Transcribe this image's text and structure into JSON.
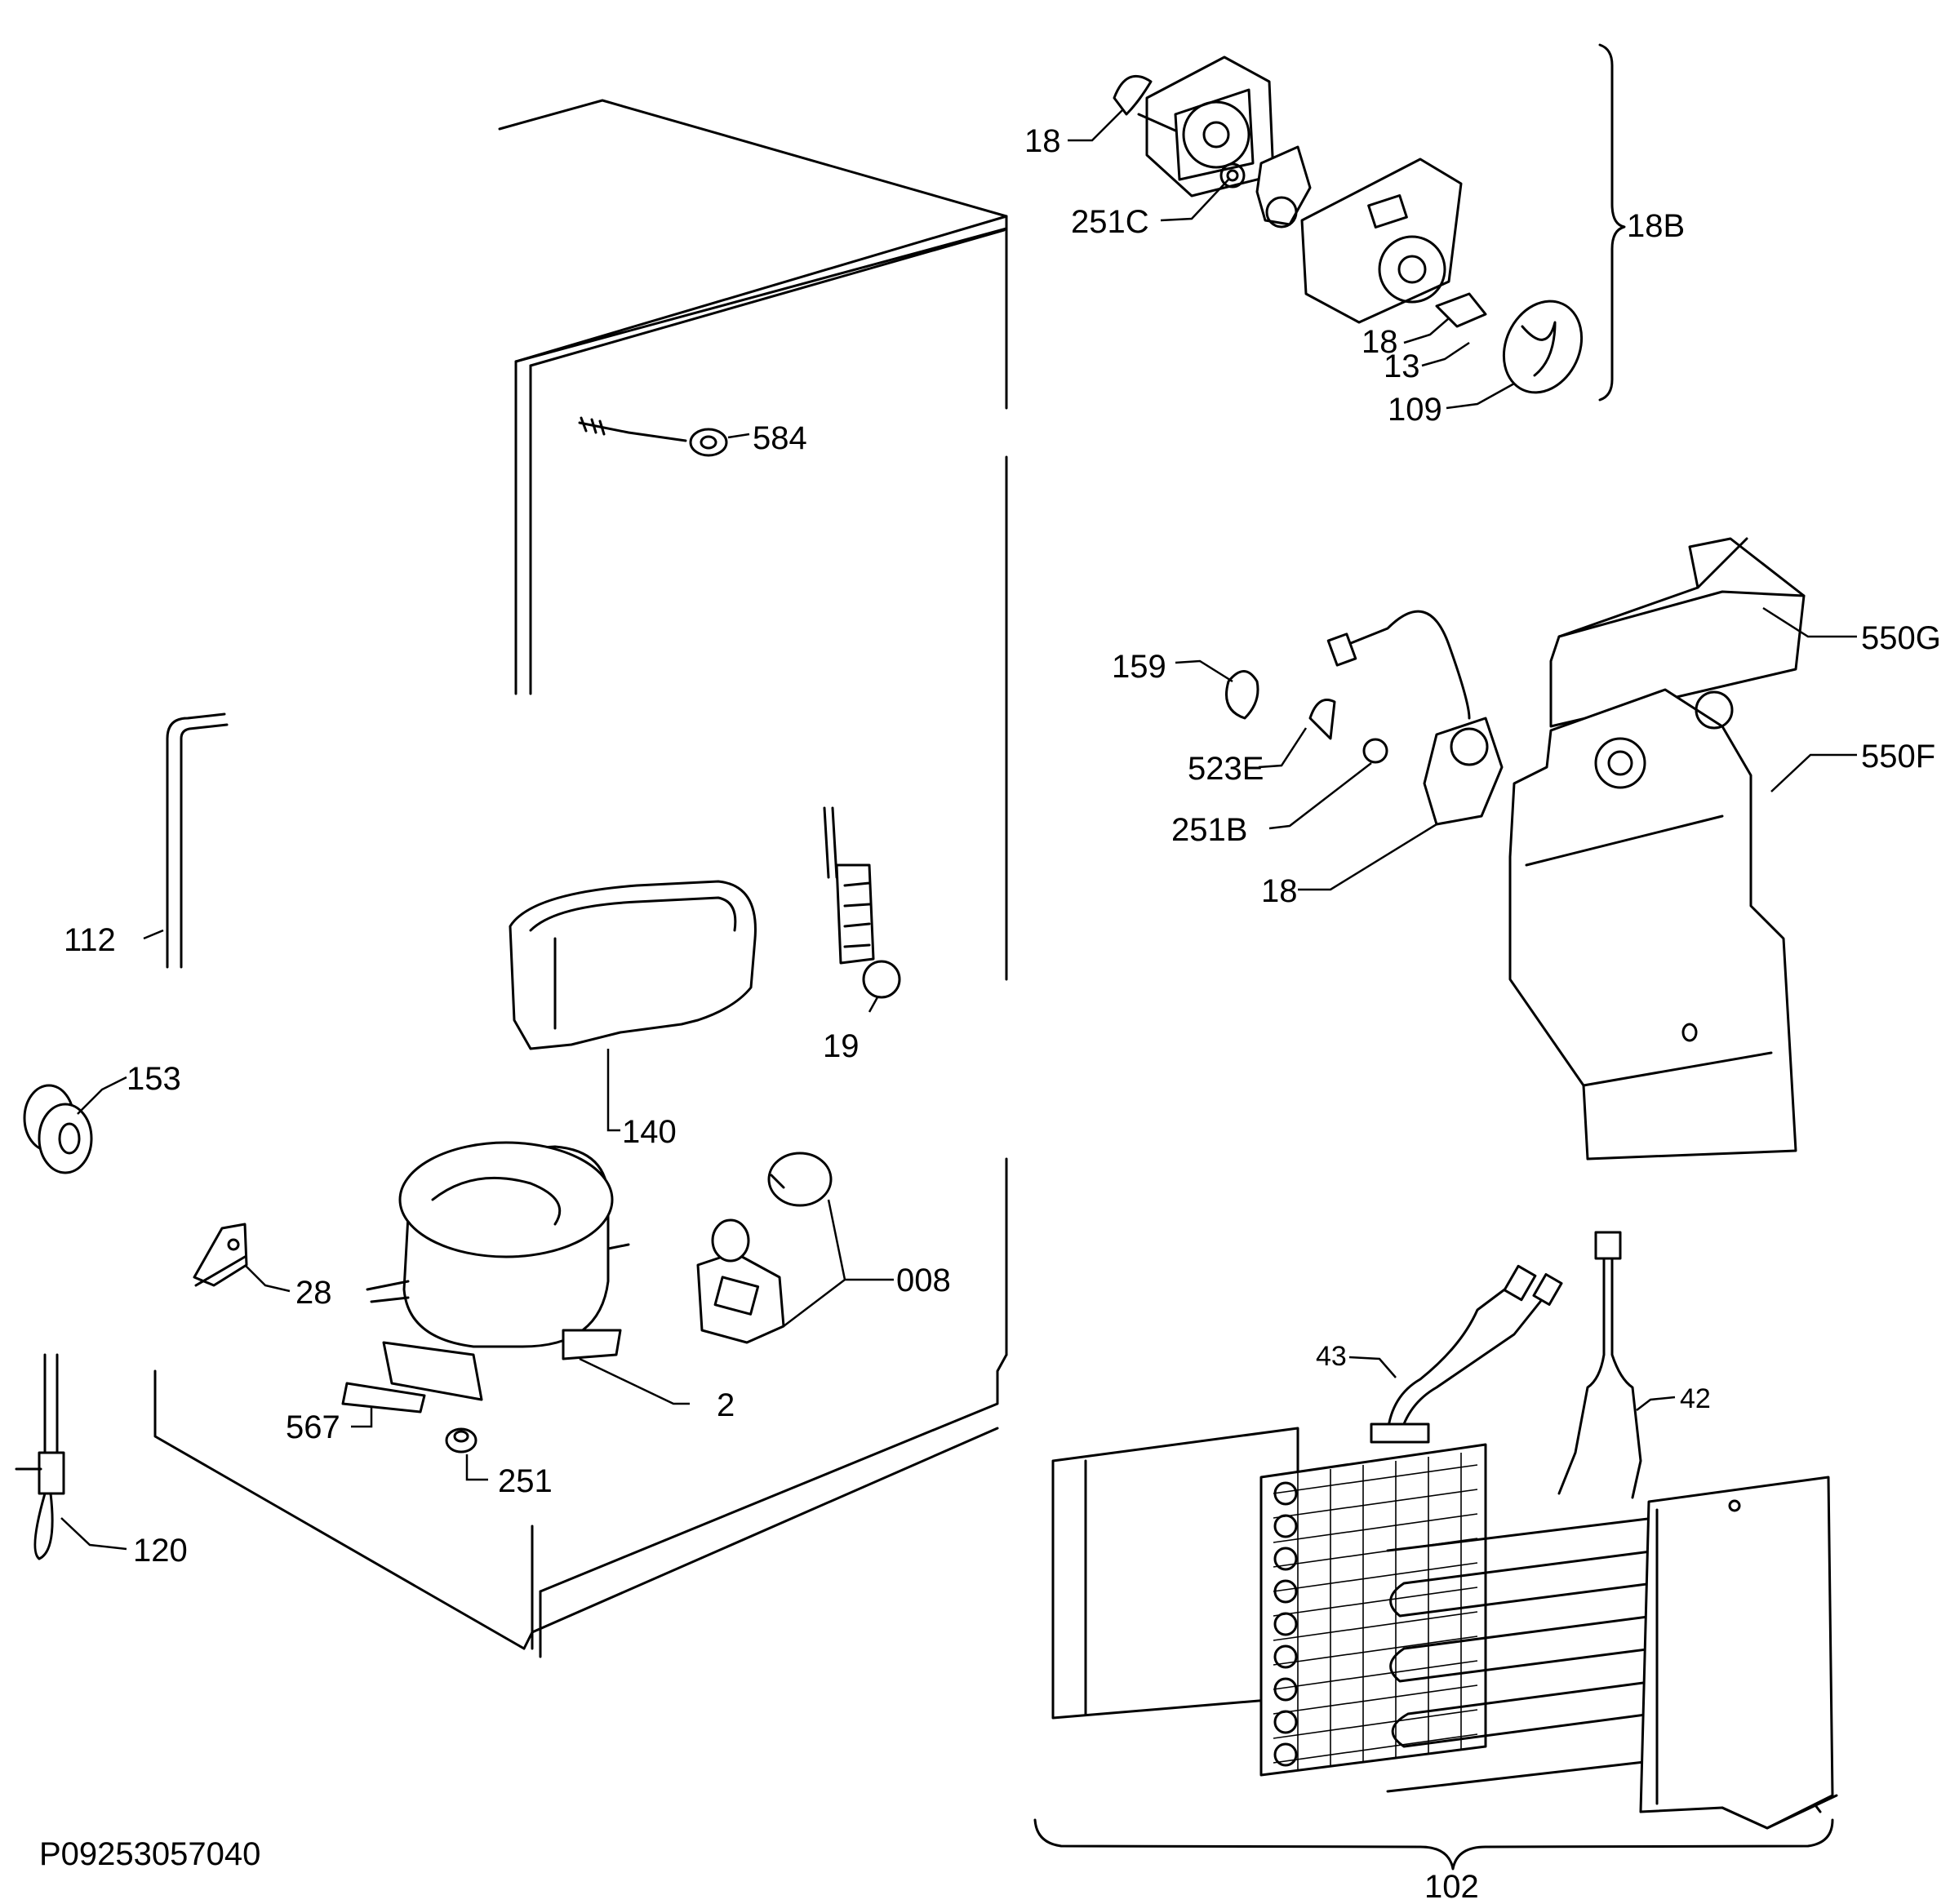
{
  "diagram": {
    "code": "P09253057040",
    "callouts": [
      {
        "id": "c18a",
        "text": "18"
      },
      {
        "id": "c251c",
        "text": "251C"
      },
      {
        "id": "c18b",
        "text": "18"
      },
      {
        "id": "c13",
        "text": "13"
      },
      {
        "id": "c109",
        "text": "109"
      },
      {
        "id": "c18bg",
        "text": "18B"
      },
      {
        "id": "c584",
        "text": "584"
      },
      {
        "id": "c550g",
        "text": "550G"
      },
      {
        "id": "c159",
        "text": "159"
      },
      {
        "id": "c523e",
        "text": "523E"
      },
      {
        "id": "c550f",
        "text": "550F"
      },
      {
        "id": "c251b",
        "text": "251B"
      },
      {
        "id": "c18c",
        "text": "18"
      },
      {
        "id": "c112",
        "text": "112"
      },
      {
        "id": "c19",
        "text": "19"
      },
      {
        "id": "c153",
        "text": "153"
      },
      {
        "id": "c140",
        "text": "140"
      },
      {
        "id": "c008",
        "text": "008"
      },
      {
        "id": "c28",
        "text": "28"
      },
      {
        "id": "c2",
        "text": "2"
      },
      {
        "id": "c567",
        "text": "567"
      },
      {
        "id": "c251",
        "text": "251"
      },
      {
        "id": "c120",
        "text": "120"
      },
      {
        "id": "c43",
        "text": "43"
      },
      {
        "id": "c42",
        "text": "42"
      },
      {
        "id": "c102",
        "text": "102"
      }
    ]
  }
}
